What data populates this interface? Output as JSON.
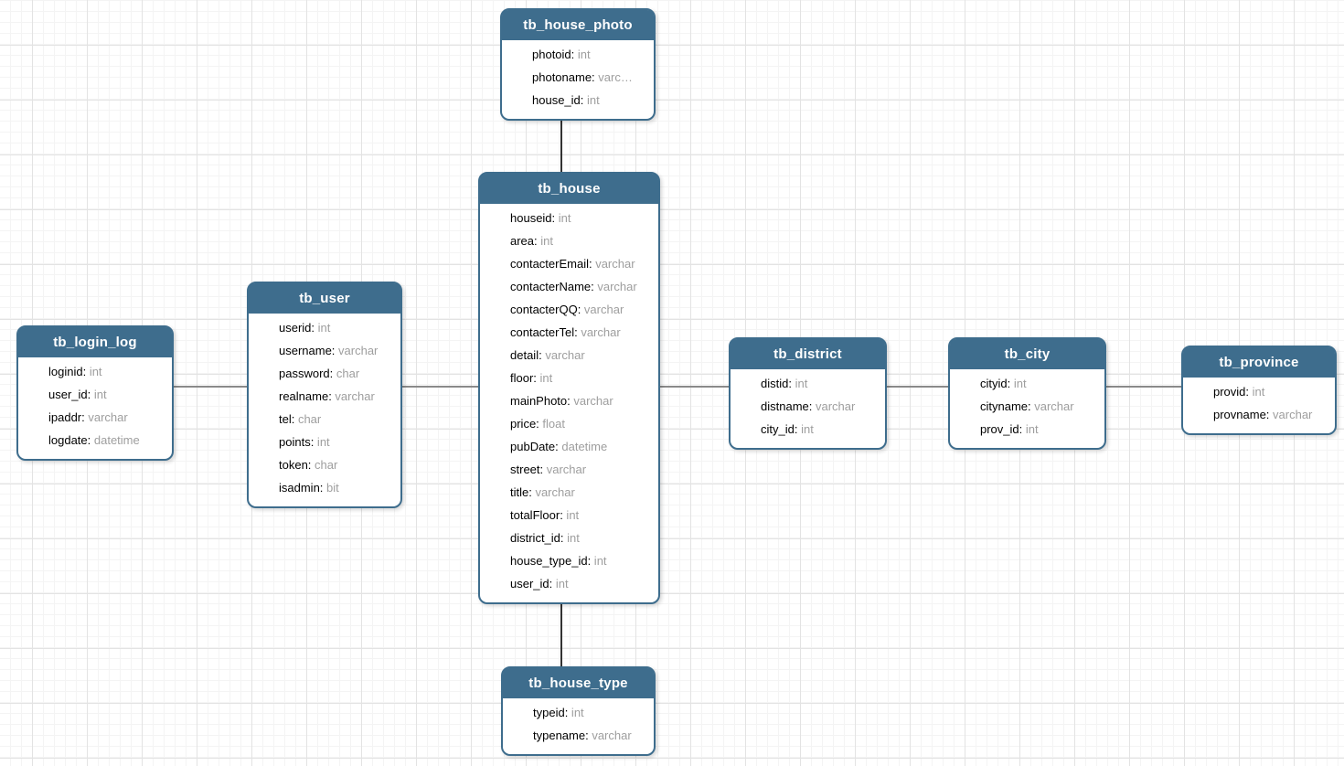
{
  "diagram": {
    "tables": [
      {
        "title": "tb_house_photo",
        "fields": [
          {
            "name": "photoid",
            "type": "int"
          },
          {
            "name": "photoname",
            "type": "varc…"
          },
          {
            "name": "house_id",
            "type": "int"
          }
        ]
      },
      {
        "title": "tb_house",
        "fields": [
          {
            "name": "houseid",
            "type": "int"
          },
          {
            "name": "area",
            "type": "int"
          },
          {
            "name": "contacterEmail",
            "type": "varchar"
          },
          {
            "name": "contacterName",
            "type": "varchar"
          },
          {
            "name": "contacterQQ",
            "type": "varchar"
          },
          {
            "name": "contacterTel",
            "type": "varchar"
          },
          {
            "name": "detail",
            "type": "varchar"
          },
          {
            "name": "floor",
            "type": "int"
          },
          {
            "name": "mainPhoto",
            "type": "varchar"
          },
          {
            "name": "price",
            "type": "float"
          },
          {
            "name": "pubDate",
            "type": "datetime"
          },
          {
            "name": "street",
            "type": "varchar"
          },
          {
            "name": "title",
            "type": "varchar"
          },
          {
            "name": "totalFloor",
            "type": "int"
          },
          {
            "name": "district_id",
            "type": "int"
          },
          {
            "name": "house_type_id",
            "type": "int"
          },
          {
            "name": "user_id",
            "type": "int"
          }
        ]
      },
      {
        "title": "tb_user",
        "fields": [
          {
            "name": "userid",
            "type": "int"
          },
          {
            "name": "username",
            "type": "varchar"
          },
          {
            "name": "password",
            "type": "char"
          },
          {
            "name": "realname",
            "type": "varchar"
          },
          {
            "name": "tel",
            "type": "char"
          },
          {
            "name": "points",
            "type": "int"
          },
          {
            "name": "token",
            "type": "char"
          },
          {
            "name": "isadmin",
            "type": "bit"
          }
        ]
      },
      {
        "title": "tb_login_log",
        "fields": [
          {
            "name": "loginid",
            "type": "int"
          },
          {
            "name": "user_id",
            "type": "int"
          },
          {
            "name": "ipaddr",
            "type": "varchar"
          },
          {
            "name": "logdate",
            "type": "datetime"
          }
        ]
      },
      {
        "title": "tb_district",
        "fields": [
          {
            "name": "distid",
            "type": "int"
          },
          {
            "name": "distname",
            "type": "varchar"
          },
          {
            "name": "city_id",
            "type": "int"
          }
        ]
      },
      {
        "title": "tb_city",
        "fields": [
          {
            "name": "cityid",
            "type": "int"
          },
          {
            "name": "cityname",
            "type": "varchar"
          },
          {
            "name": "prov_id",
            "type": "int"
          }
        ]
      },
      {
        "title": "tb_province",
        "fields": [
          {
            "name": "provid",
            "type": "int"
          },
          {
            "name": "provname",
            "type": "varchar"
          }
        ]
      },
      {
        "title": "tb_house_type",
        "fields": [
          {
            "name": "typeid",
            "type": "int"
          },
          {
            "name": "typename",
            "type": "varchar"
          }
        ]
      }
    ],
    "relationships": [
      {
        "from": "tb_house_photo",
        "to": "tb_house"
      },
      {
        "from": "tb_house",
        "to": "tb_house_type"
      },
      {
        "from": "tb_login_log",
        "to": "tb_user"
      },
      {
        "from": "tb_user",
        "to": "tb_house"
      },
      {
        "from": "tb_house",
        "to": "tb_district"
      },
      {
        "from": "tb_district",
        "to": "tb_city"
      },
      {
        "from": "tb_city",
        "to": "tb_province"
      }
    ],
    "colors": {
      "header": "#3e6d8d",
      "field_name": "#000000",
      "field_type": "#9e9e9e",
      "edge_horizontal": "#8a8a8a",
      "edge_vertical": "#333333",
      "card_background": "#ffffff"
    }
  }
}
